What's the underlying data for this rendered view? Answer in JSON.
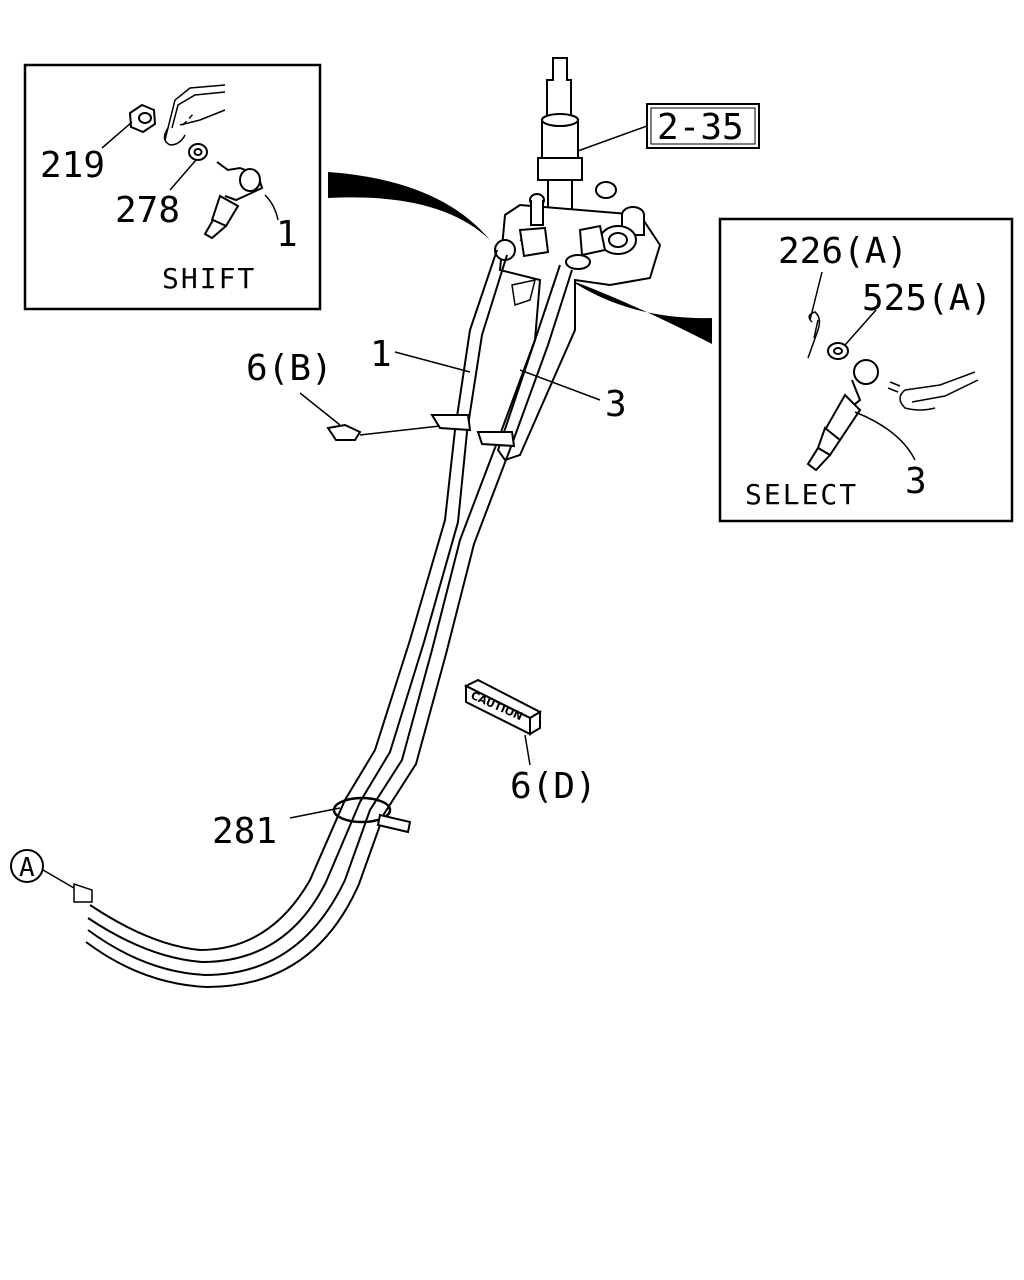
{
  "callouts": {
    "ref_2_35": "2-35",
    "shift_219": "219",
    "shift_278": "278",
    "shift_1": "1",
    "shift_caption": "SHIFT",
    "select_226a": "226(A)",
    "select_525a": "525(A)",
    "select_3": "3",
    "select_caption": "SELECT",
    "cable_1": "1",
    "cable_3": "3",
    "clip_6b": "6(B)",
    "clip_6d": "6(D)",
    "clamp_281": "281",
    "marker_a": "A"
  },
  "clip_6d_lettering": "CAUTION"
}
